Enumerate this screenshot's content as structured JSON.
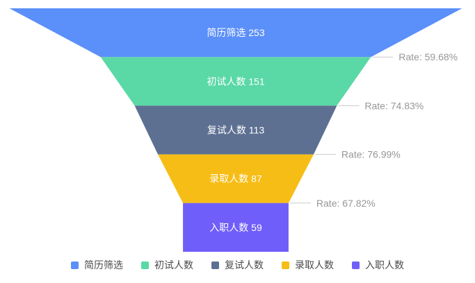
{
  "chart_data": {
    "type": "funnel",
    "orientation": "vertical",
    "background": "#FFFFFF",
    "stages": [
      {
        "label": "简历筛选",
        "value": 253,
        "display": "简历筛选 253",
        "color": "#5B8FF9"
      },
      {
        "label": "初试人数",
        "value": 151,
        "display": "初试人数 151",
        "color": "#5AD8A6"
      },
      {
        "label": "复试人数",
        "value": 113,
        "display": "复试人数 113",
        "color": "#5D7092"
      },
      {
        "label": "录取人数",
        "value": 87,
        "display": "录取人数 87",
        "color": "#F6BD16"
      },
      {
        "label": "入职人数",
        "value": 59,
        "display": "入职人数 59",
        "color": "#6F5EF9"
      }
    ],
    "conversions": [
      {
        "from": "简历筛选",
        "to": "初试人数",
        "rate_pct": 59.68,
        "display": "Rate: 59.68%"
      },
      {
        "from": "初试人数",
        "to": "复试人数",
        "rate_pct": 74.83,
        "display": "Rate: 74.83%"
      },
      {
        "from": "复试人数",
        "to": "录取人数",
        "rate_pct": 76.99,
        "display": "Rate: 76.99%"
      },
      {
        "from": "录取人数",
        "to": "入职人数",
        "rate_pct": 67.82,
        "display": "Rate: 67.82%"
      }
    ],
    "legend": {
      "position": "bottom",
      "items": [
        "简历筛选",
        "初试人数",
        "复试人数",
        "录取人数",
        "入职人数"
      ]
    }
  },
  "styles": {
    "stage_label_color": "#FFFFFF",
    "leader_line_color": "#C9C9C9",
    "rate_text_color": "#969696",
    "legend_text_color": "#4B4B4B"
  }
}
